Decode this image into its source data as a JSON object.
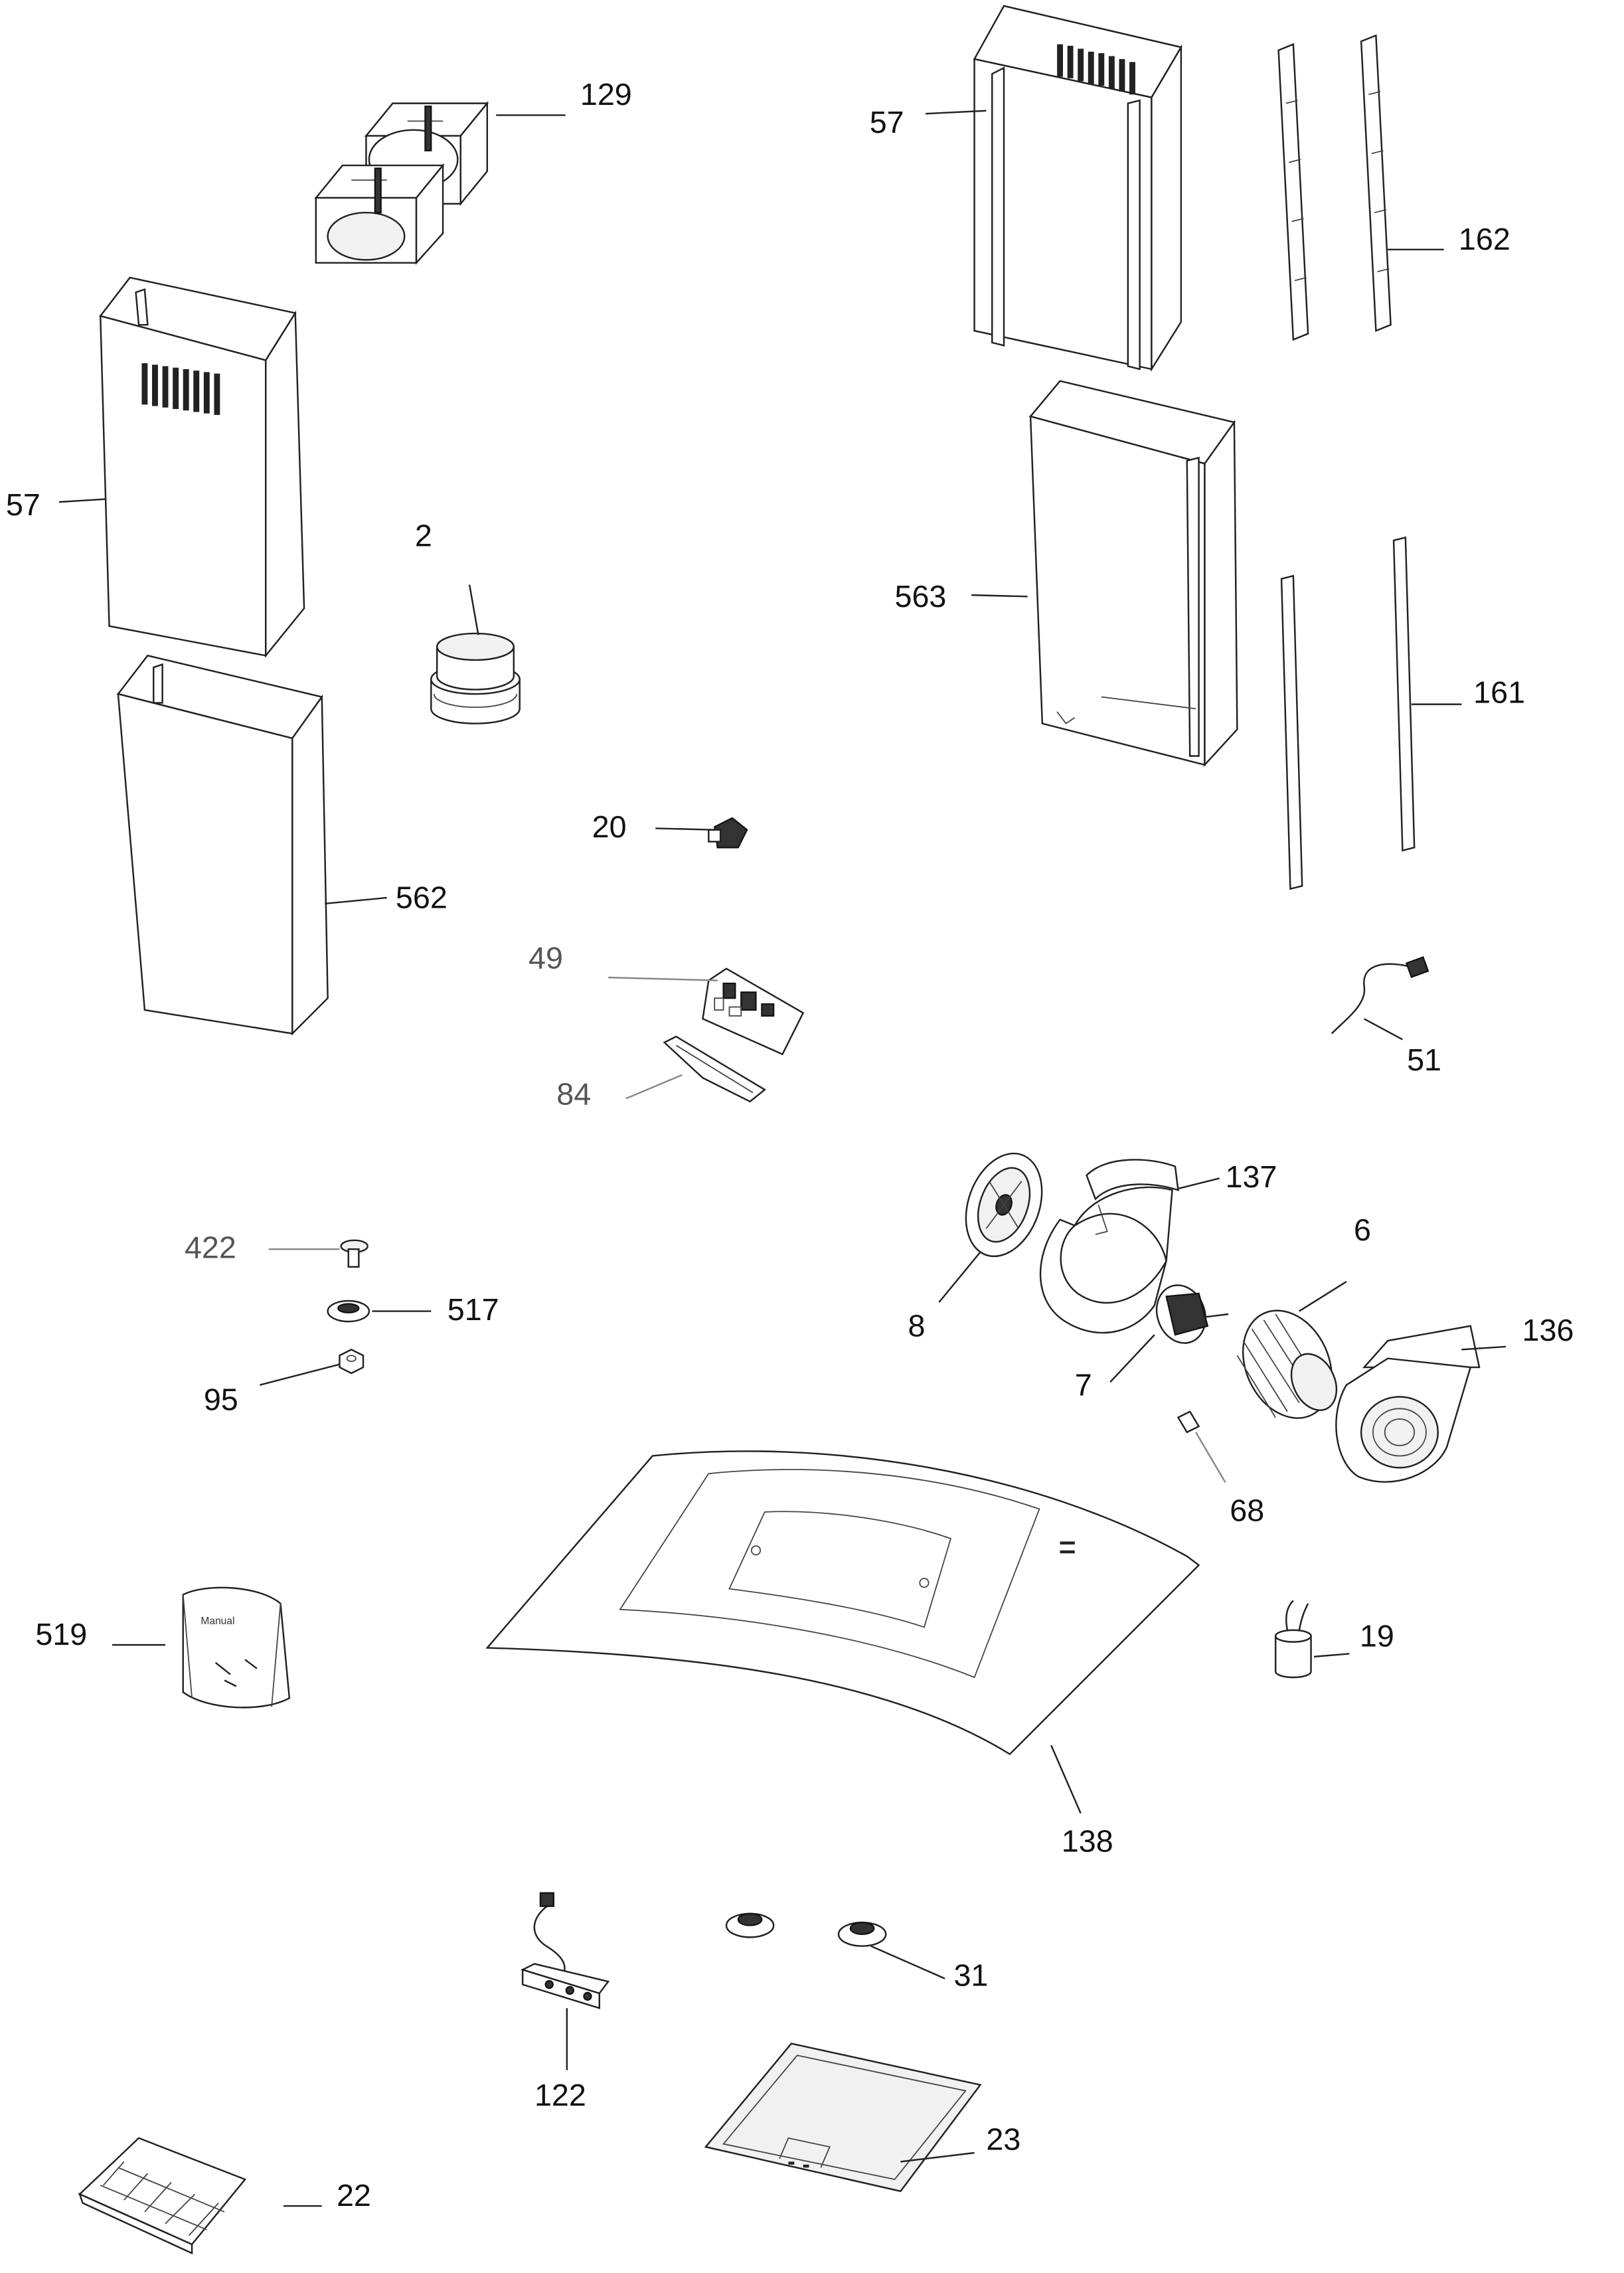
{
  "diagram": {
    "labels": {
      "l129": "129",
      "l57a": "57",
      "l162": "162",
      "l57b": "57",
      "l2": "2",
      "l563": "563",
      "l161": "161",
      "l20": "20",
      "l562": "562",
      "l49": "49",
      "l51": "51",
      "l84": "84",
      "l137": "137",
      "l422": "422",
      "l6": "6",
      "l517": "517",
      "l8": "8",
      "l136": "136",
      "l7": "7",
      "l95": "95",
      "l68": "68",
      "l519": "519",
      "l19": "19",
      "l138": "138",
      "l31": "31",
      "l122": "122",
      "l23": "23",
      "l22": "22"
    },
    "bag_text": "Manual"
  }
}
